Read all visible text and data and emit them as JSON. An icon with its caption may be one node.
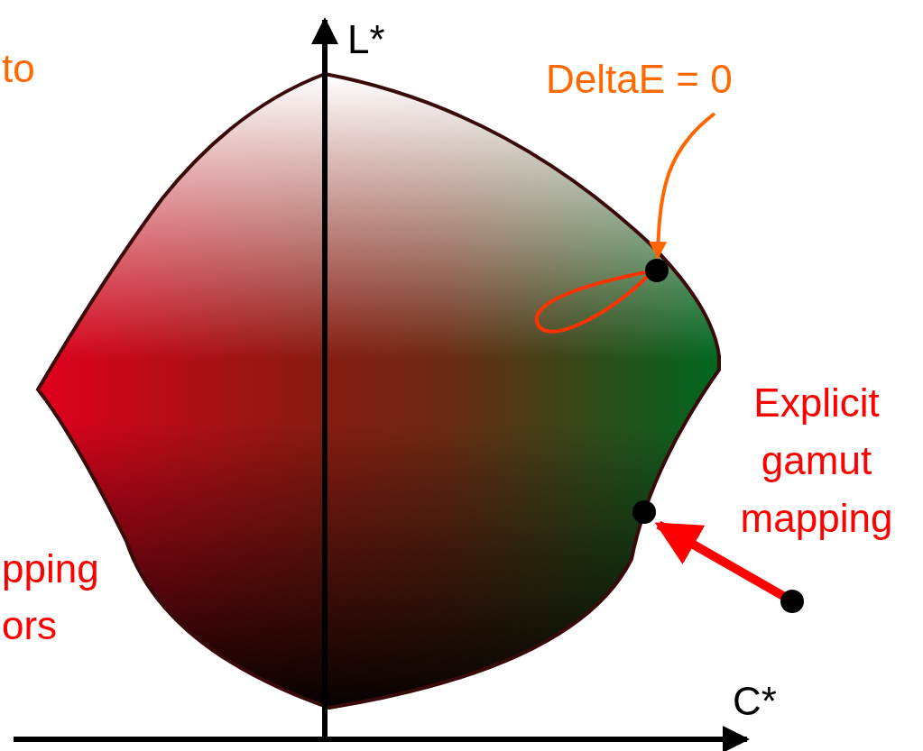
{
  "diagram": {
    "nodes": [
      {
        "text": [
          "DeltaE = 0"
        ]
      },
      {
        "text": [],
        "shape": "circle"
      },
      {
        "text": [],
        "shape": "circle"
      },
      {
        "text": [],
        "shape": "circle"
      }
    ],
    "edges": [
      {
        "from": 0,
        "to": 1,
        "arrow": "to",
        "color": "#ff6600"
      },
      {
        "from": 1,
        "to": 1,
        "arrow": "none",
        "color": "#ff3300"
      },
      {
        "from": 3,
        "to": 2,
        "arrow": "to",
        "style": "thick",
        "color": "#ff0000"
      }
    ],
    "labels": [
      "to",
      "L*",
      "C*",
      "Explicit gamut mapping",
      "pping",
      "ors"
    ]
  }
}
